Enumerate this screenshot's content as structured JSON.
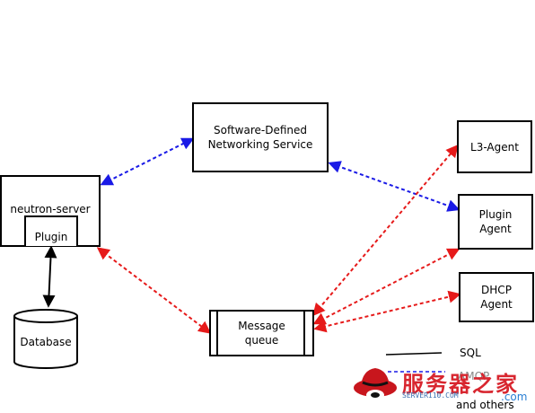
{
  "nodes": {
    "sdn": "Software-Defined\nNetworking Service",
    "server": "neutron-server",
    "plugin": "Plugin",
    "database": "Database",
    "message_queue": "Message\nqueue",
    "l3_agent": "L3-Agent",
    "plugin_agent": "Plugin\nAgent",
    "dhcp_agent": "DHCP\nAgent"
  },
  "legend": {
    "sql": "SQL",
    "amqp": "AMQP",
    "others": "and others"
  },
  "colors": {
    "blue_link": "#1a1ae6",
    "red_link": "#e61a1a",
    "black_link": "#000000"
  },
  "watermark": {
    "text": "服务器之家",
    "url": "SERVER110.COM",
    "com": ".com"
  }
}
